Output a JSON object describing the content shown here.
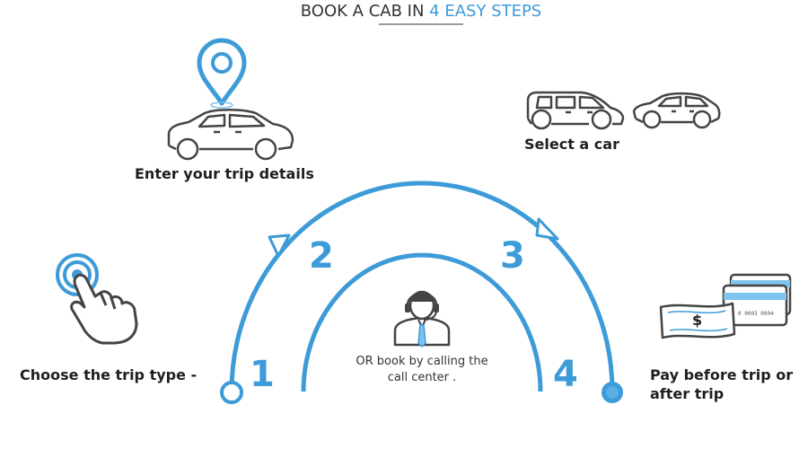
{
  "header": {
    "title_prefix": "BOOK A CAB IN ",
    "title_accent": "4 EASY STEPS"
  },
  "steps": [
    {
      "number": "1",
      "label": "Choose the trip type -",
      "icon": "tap-finger-icon"
    },
    {
      "number": "2",
      "label": "Enter your trip details",
      "icon": "car-location-pin-icon"
    },
    {
      "number": "3",
      "label": "Select a car",
      "icon": "two-cars-icon"
    },
    {
      "number": "4",
      "label_line1": "Pay before trip or",
      "label_line2": "after trip",
      "icon": "cash-and-cards-icon"
    }
  ],
  "call_center": {
    "line1": "OR book by calling the",
    "line2": "call center .",
    "icon": "headset-agent-icon"
  },
  "payment_icon": {
    "currency_symbol": "$",
    "card_number": "0 0003 0004"
  },
  "colors": {
    "accent": "#3d9bd8",
    "dark": "#333333"
  }
}
